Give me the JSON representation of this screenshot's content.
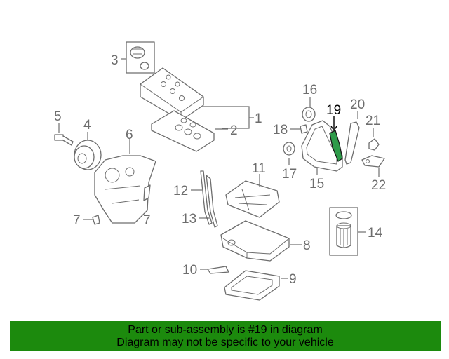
{
  "highlight_part": "19",
  "colors": {
    "banner_bg": "#1c8a0d",
    "highlight_fill": "#2e9b4a",
    "line": "#6d6d6d"
  },
  "callouts": [
    "1",
    "2",
    "3",
    "4",
    "5",
    "6",
    "7",
    "7",
    "8",
    "9",
    "10",
    "11",
    "12",
    "13",
    "14",
    "15",
    "16",
    "17",
    "18",
    "19",
    "20",
    "21",
    "22"
  ],
  "banner": {
    "line1": "Part or sub-assembly is #19 in diagram",
    "line2": "Diagram may not be specific to your vehicle"
  }
}
